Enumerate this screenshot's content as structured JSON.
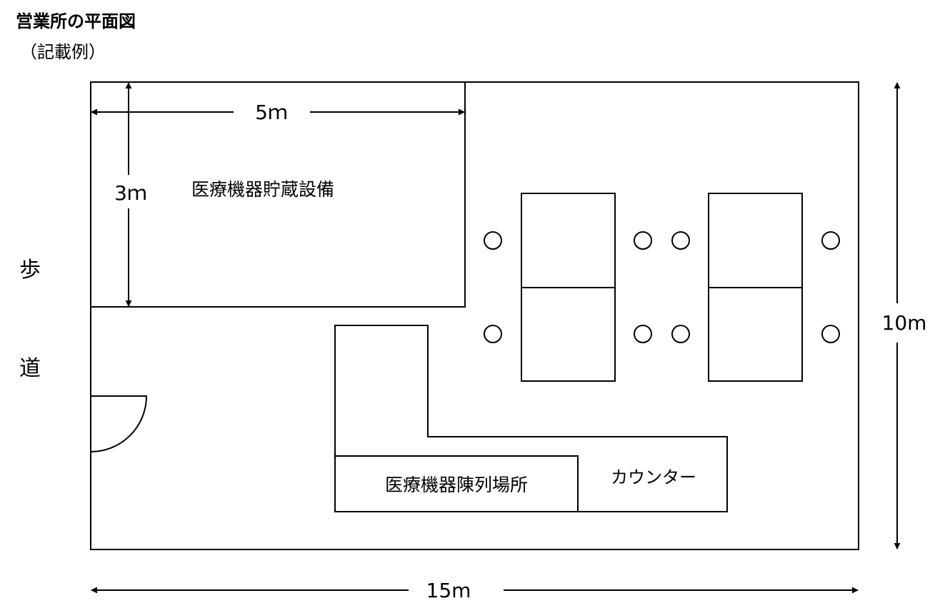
{
  "title": "営業所の平面図",
  "subtitle": "（記載例）",
  "plan": {
    "storage_label": "医療機器貯蔵設備",
    "display_label": "医療機器陳列場所",
    "counter_label": "カウンター",
    "sidewalk_char_1": "歩",
    "sidewalk_char_2": "道"
  },
  "dimensions": {
    "storage_width": "5ｍ",
    "storage_depth": "3ｍ",
    "room_depth": "10m",
    "room_width": "15m"
  }
}
